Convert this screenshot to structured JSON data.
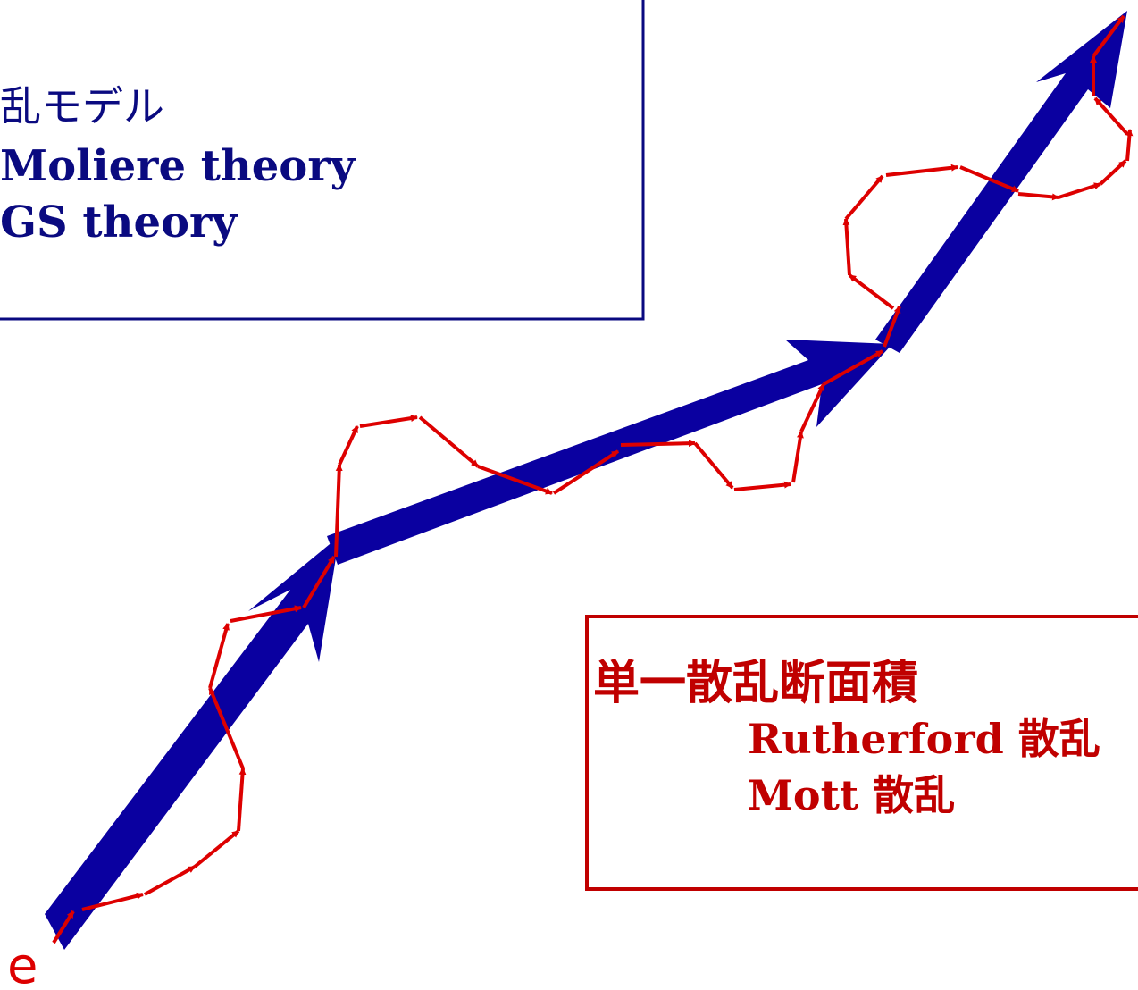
{
  "multiple_scattering_box": {
    "heading": "乱モデル",
    "items": [
      "Moliere theory",
      "GS theory"
    ]
  },
  "single_scattering_box": {
    "heading": "単一散乱断面積",
    "items": [
      "Rutherford 散乱",
      "Mott 散乱"
    ]
  },
  "particle_label": "e",
  "colors": {
    "condensed_path": "#0a00a0",
    "single_path": "#dd0000",
    "multiple_box": "#0a0a80",
    "single_box": "#c00000",
    "multiple_text": "#0a0a80",
    "single_text": "#c00000",
    "particle_label": "#dd0000"
  },
  "icons": {
    "condensed_step": "thick-arrow-icon",
    "single_step": "thin-arrow-icon"
  }
}
